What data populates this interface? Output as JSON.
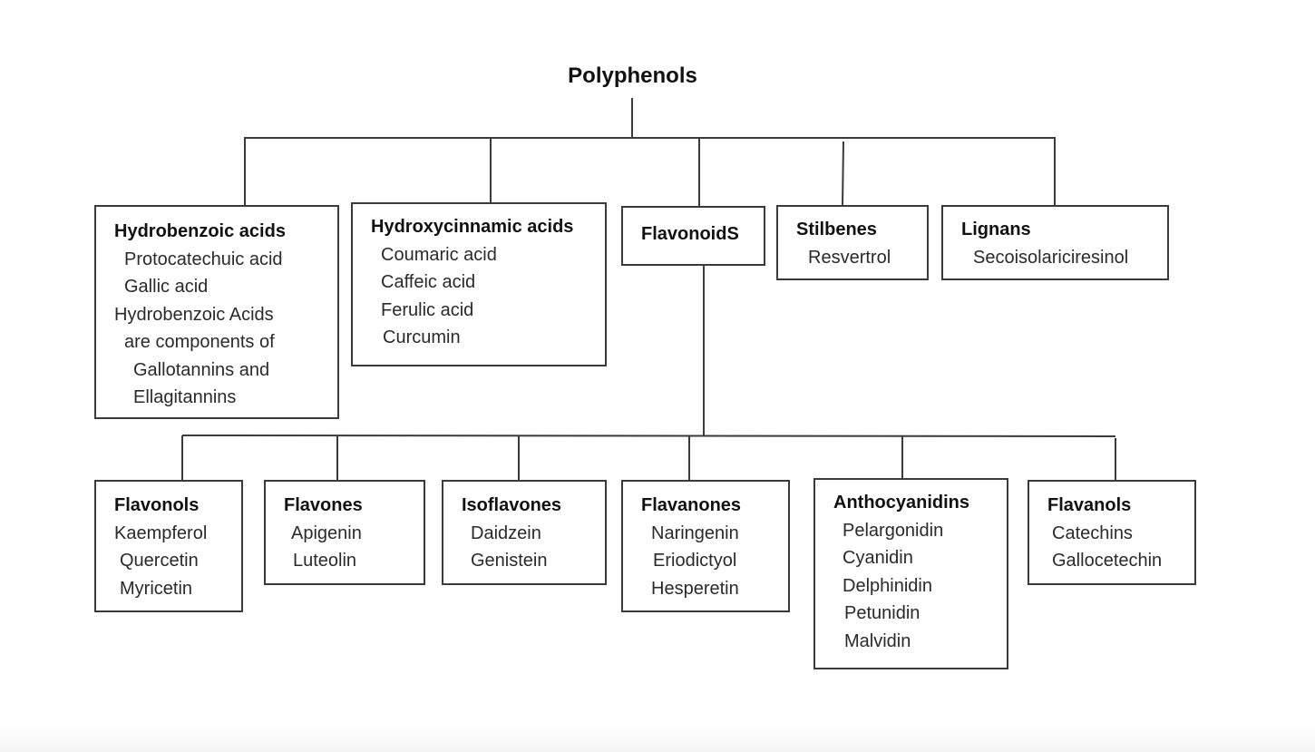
{
  "root": {
    "label": "Polyphenols"
  },
  "categories": [
    {
      "label": "Hydrobenzoic acids",
      "items": [
        "Protocatechuic acid",
        "Gallic acid",
        "Hydrobenzoic Acids",
        "are components of",
        "Gallotannins and",
        "Ellagitannins"
      ]
    },
    {
      "label": "Hydroxycinnamic acids",
      "items": [
        "Coumaric acid",
        "Caffeic acid",
        "Ferulic acid",
        "Curcumin"
      ]
    },
    {
      "label": "FlavonoidS",
      "items": []
    },
    {
      "label": "Stilbenes",
      "items": [
        "Resvertrol"
      ]
    },
    {
      "label": "Lignans",
      "items": [
        "Secoisolariciresinol"
      ]
    }
  ],
  "flavonoid_subclasses": [
    {
      "label": "Flavonols",
      "items": [
        "Kaempferol",
        "Quercetin",
        "Myricetin"
      ]
    },
    {
      "label": "Flavones",
      "items": [
        "Apigenin",
        "Luteolin"
      ]
    },
    {
      "label": "Isoflavones",
      "items": [
        "Daidzein",
        "Genistein"
      ]
    },
    {
      "label": "Flavanones",
      "items": [
        "Naringenin",
        "Eriodictyol",
        "Hesperetin"
      ]
    },
    {
      "label": "Anthocyanidins",
      "items": [
        "Pelargonidin",
        "Cyanidin",
        "Delphinidin",
        "Petunidin",
        "Malvidin"
      ]
    },
    {
      "label": "Flavanols",
      "items": [
        "Catechins",
        "Gallocetechin"
      ]
    }
  ]
}
